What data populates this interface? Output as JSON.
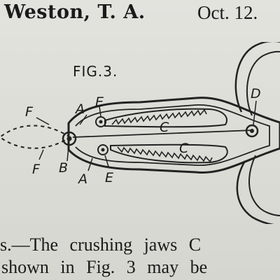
{
  "header": {
    "name": "Weston, T. A.",
    "date": "Oct. 12."
  },
  "figure": {
    "title": "FIG.3.",
    "labels": {
      "F_upper": "F",
      "F_lower": "F",
      "A_upper": "A",
      "A_lower": "A",
      "E_upper": "E",
      "E_lower": "E",
      "B": "B",
      "C_upper": "C",
      "C_lower": "C",
      "D": "D"
    }
  },
  "body": {
    "line1": "s.—The crushing jaws C",
    "line2": "shown in Fig. 3 may be"
  }
}
